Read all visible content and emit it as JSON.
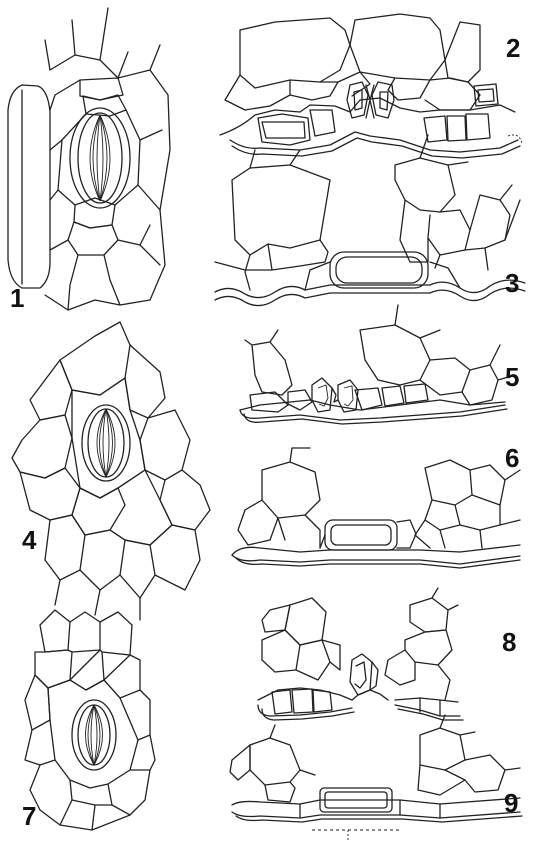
{
  "figure": {
    "labels": {
      "fig1": "1",
      "fig2": "2",
      "fig3": "3",
      "fig4": "4",
      "fig5": "5",
      "fig6": "6",
      "fig7": "7",
      "fig8": "8",
      "fig9": "9"
    }
  }
}
